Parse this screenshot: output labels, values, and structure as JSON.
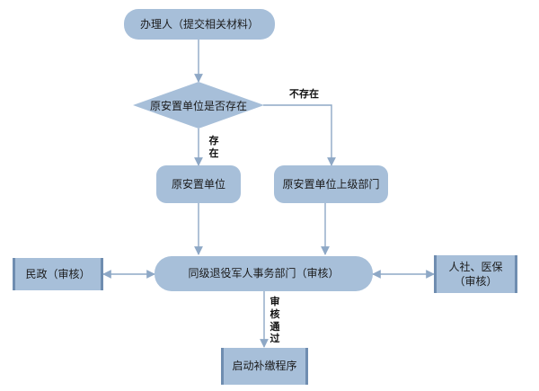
{
  "nodes": {
    "applicant": "办理人（提交相关材料）",
    "decision": "原安置单位是否存在",
    "original_unit": "原安置单位",
    "superior_unit": "原安置单位上级部门",
    "civil_affairs": "民政（审核）",
    "veterans_dept": "同级退役军人事务部门（审核）",
    "hr_social": "人社、医保\n（审核）",
    "start_program": "启动补缴程序"
  },
  "edges": {
    "not_exist": "不存在",
    "exist": "存在",
    "approved": "审核通过"
  },
  "colors": {
    "node_fill": "#a7bfd9",
    "edge_stroke": "#8ea8c6",
    "doc_border": "#6f8db0"
  }
}
